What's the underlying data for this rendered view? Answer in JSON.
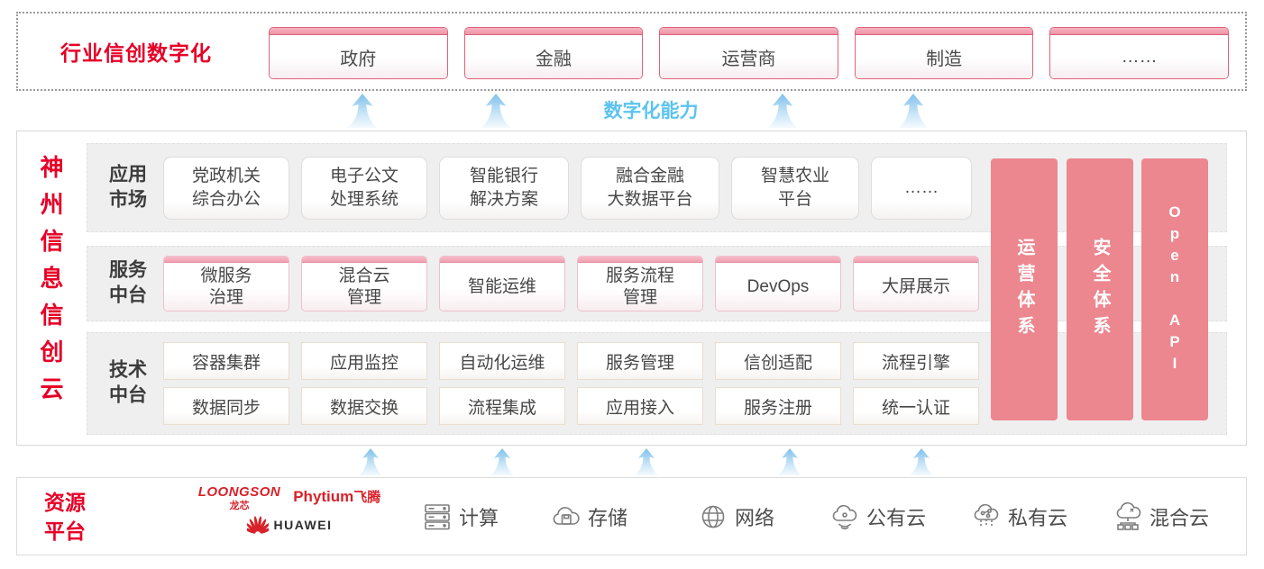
{
  "colors": {
    "accent_red": "#e60027",
    "pillar_pink": "#ec868f",
    "capability_blue": "#5bc3f0",
    "button_border_pink": "#e2607a",
    "logo_red": "#d8222a"
  },
  "top_banner": {
    "title": "行业信创数字化",
    "industries": [
      "政府",
      "金融",
      "运营商",
      "制造",
      "……"
    ]
  },
  "capability_label": "数字化能力",
  "platform": {
    "title": "神州信息信创云",
    "app_market": {
      "label": "应用\n市场",
      "items": [
        "党政机关\n综合办公",
        "电子公文\n处理系统",
        "智能银行\n解决方案",
        "融合金融\n大数据平台",
        "智慧农业\n平台",
        "……"
      ]
    },
    "service_platform": {
      "label": "服务\n中台",
      "items": [
        "微服务\n治理",
        "混合云\n管理",
        "智能运维",
        "服务流程\n管理",
        "DevOps",
        "大屏展示"
      ]
    },
    "tech_platform": {
      "label": "技术\n中台",
      "row1": [
        "容器集群",
        "应用监控",
        "自动化运维",
        "服务管理",
        "信创适配",
        "流程引擎"
      ],
      "row2": [
        "数据同步",
        "数据交换",
        "流程集成",
        "应用接入",
        "服务注册",
        "统一认证"
      ]
    },
    "pillars": [
      "运营体系",
      "安全体系",
      "Open API"
    ]
  },
  "resource": {
    "title": "资源\n平台",
    "vendors": {
      "loongson_en": "LOONGSON",
      "loongson_cn": "龙芯",
      "phytium_en": "Phytium",
      "phytium_cn": "飞腾",
      "huawei": "HUAWEI"
    },
    "items": [
      {
        "icon": "compute-server-icon",
        "label": "计算"
      },
      {
        "icon": "storage-cloud-icon",
        "label": "存储"
      },
      {
        "icon": "network-globe-icon",
        "label": "网络"
      },
      {
        "icon": "public-cloud-icon",
        "label": "公有云"
      },
      {
        "icon": "private-cloud-icon",
        "label": "私有云"
      },
      {
        "icon": "hybrid-cloud-icon",
        "label": "混合云"
      }
    ]
  }
}
